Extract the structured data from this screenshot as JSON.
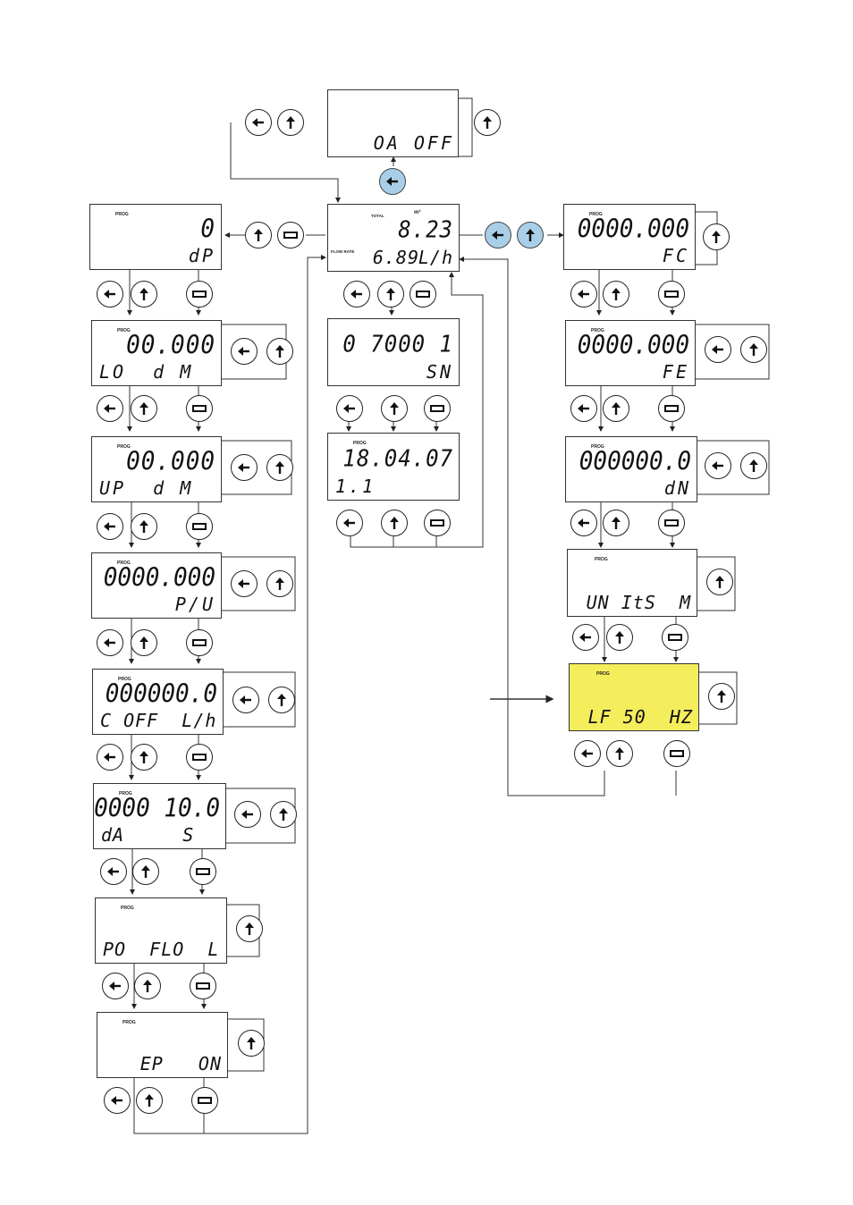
{
  "screens": {
    "on_off": {
      "line2": "OA OFF"
    },
    "main": {
      "total_label": "TOTAL",
      "unit": "m³",
      "total_value": "8.23",
      "rate_label": "FLOW RATE",
      "rate_value": "6.89",
      "rate_unit": "L/h"
    },
    "dp": {
      "prog": "PROG",
      "line1": "0",
      "line2": "dP"
    },
    "lo": {
      "prog": "PROG",
      "line1": "00.000",
      "line2": "LO  d M"
    },
    "up": {
      "prog": "PROG",
      "line1": "00.000",
      "line2": "UP  d M"
    },
    "pu": {
      "prog": "PROG",
      "line1": "0000.000",
      "line2": "P/U"
    },
    "coff": {
      "prog": "PROG",
      "line1": "000000.0",
      "line2": "C OFF  L/h"
    },
    "da": {
      "prog": "PROG",
      "line1": "0000 10.0",
      "line2": "dA     S"
    },
    "poflo": {
      "prog": "PROG",
      "line2": "PO  FLO  L"
    },
    "ep": {
      "prog": "PROG",
      "line2": "EP   ON"
    },
    "sn": {
      "line1": "0 7000 1",
      "line2": "SN"
    },
    "date": {
      "prog": "PROG",
      "line1": "18.04.07",
      "line2": "1.1"
    },
    "fc": {
      "prog": "PROG",
      "line1": "0000.000",
      "line2": "FC"
    },
    "fe": {
      "prog": "PROG",
      "line1": "0000.000",
      "line2": "FE"
    },
    "dn": {
      "prog": "PROG",
      "line1": "000000.0",
      "line2": "dN"
    },
    "units": {
      "prog": "PROG",
      "line2": "UN ItS  M"
    },
    "lf": {
      "prog": "PROG",
      "line2": "LF 50  HZ"
    }
  },
  "colors": {
    "highlight": "#f4ee5c",
    "active_button": "#a9cfe8"
  },
  "icons": {
    "left": "left-arrow-icon",
    "up": "up-arrow-icon",
    "enter": "enter-rect-icon"
  }
}
